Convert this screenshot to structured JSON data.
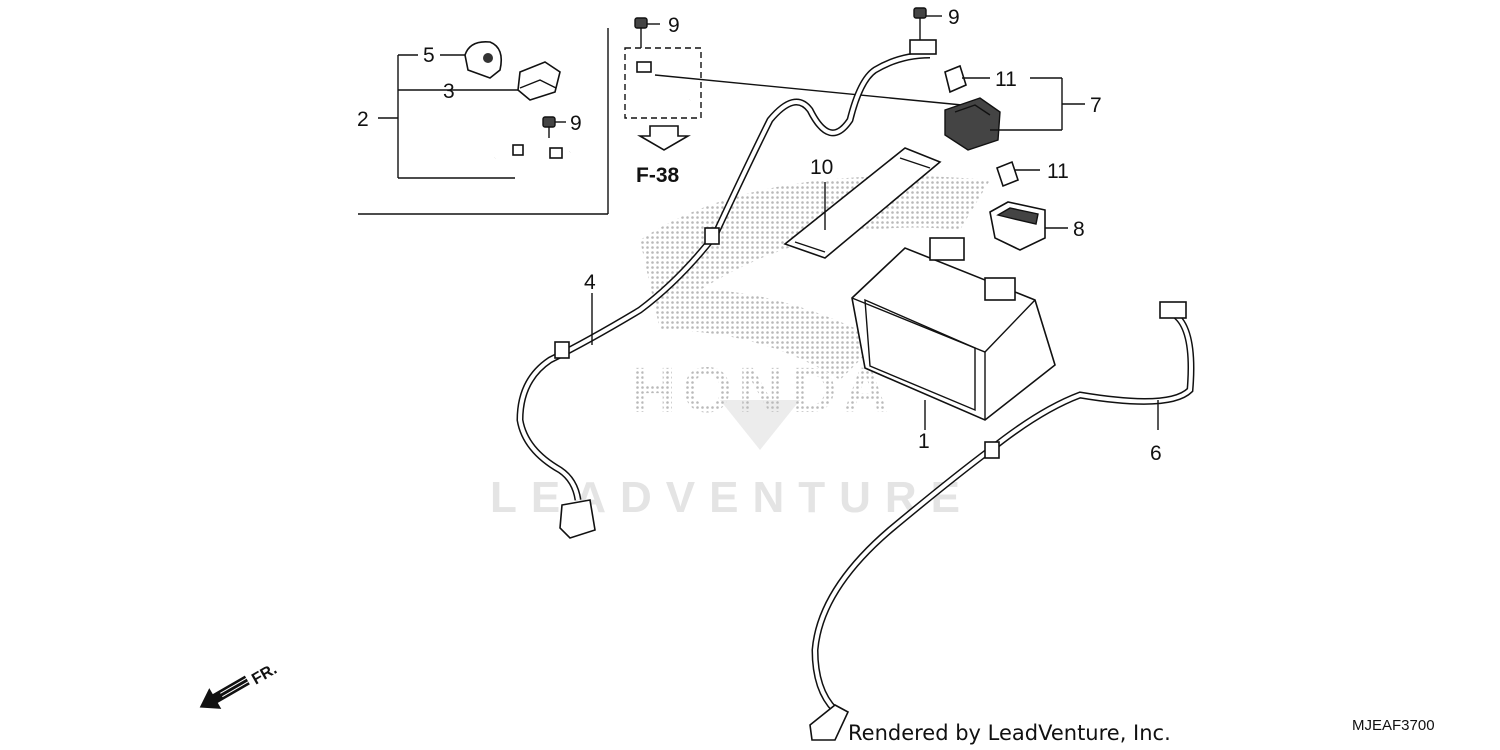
{
  "callouts": {
    "n1": "1",
    "n2": "2",
    "n3": "3",
    "n4": "4",
    "n5": "5",
    "n6": "6",
    "n7": "7",
    "n8": "8",
    "n9a": "9",
    "n9b": "9",
    "n9c": "9",
    "n10": "10",
    "n11a": "11",
    "n11b": "11"
  },
  "reference": "F-38",
  "front_label": "FR.",
  "watermark": {
    "brand": "HONDA",
    "dealer": "LEADVENTURE"
  },
  "credit": "Rendered by LeadVenture, Inc.",
  "diagram_code": "MJEAF3700",
  "colors": {
    "ink": "#111111",
    "watermark": "#c8c8c8"
  }
}
